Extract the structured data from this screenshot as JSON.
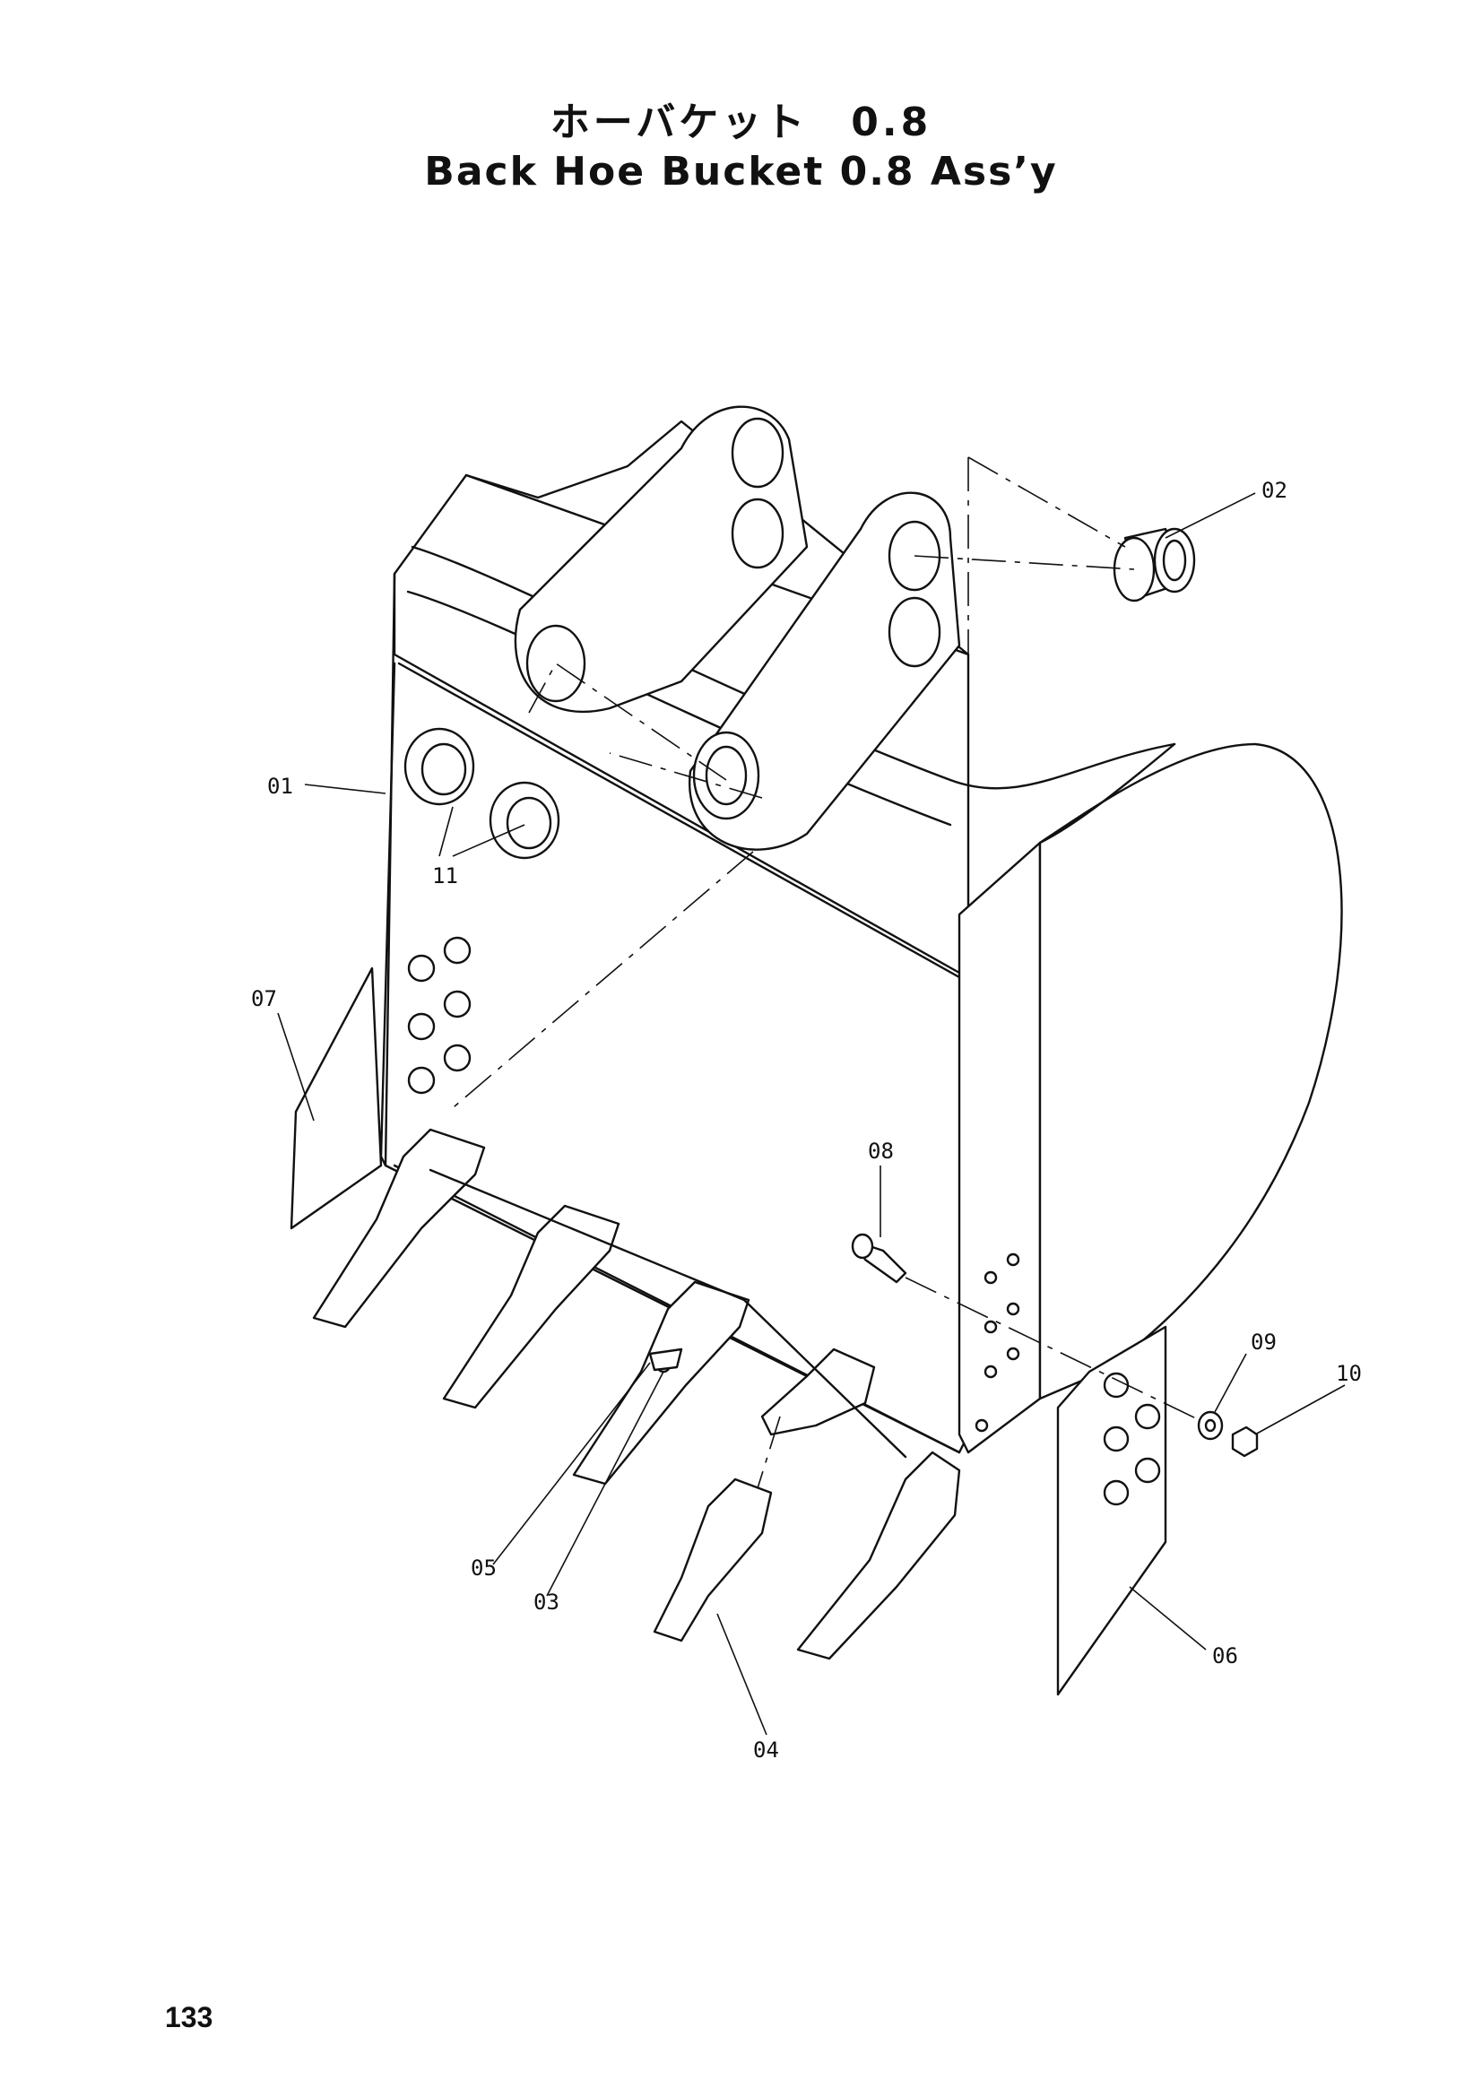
{
  "title": {
    "japanese": "ホーバケット　0.8",
    "english": "Back Hoe Bucket 0.8 Ass’y"
  },
  "callouts": [
    "01",
    "02",
    "03",
    "04",
    "05",
    "06",
    "07",
    "08",
    "09",
    "10",
    "11"
  ],
  "page_number": "133"
}
